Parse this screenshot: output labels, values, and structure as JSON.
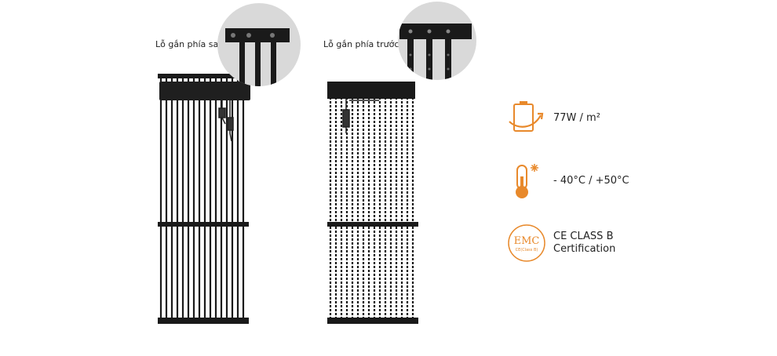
{
  "captions": {
    "rear": "Lỗ gắn phía sau",
    "front": "Lỗ gắn phía trước"
  },
  "specs": {
    "power": {
      "icon": "battery-energy-icon",
      "text": "77W / m²"
    },
    "temperature": {
      "icon": "thermometer-snowflake-icon",
      "text": "- 40°C / +50°C"
    },
    "certification": {
      "icon": "emc-badge-icon",
      "line1": "CE CLASS B",
      "line2": "Certification",
      "badge_text": "EMC",
      "badge_subtext": "CE(Class B)"
    }
  },
  "colors": {
    "accent": "#e8892b",
    "panel_black": "#1a1a1a",
    "zoom_circle": "#d9d9d9"
  }
}
